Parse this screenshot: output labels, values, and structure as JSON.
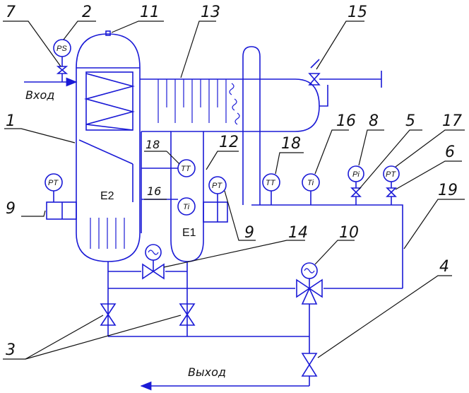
{
  "labels": {
    "inlet": "Вход",
    "outlet": "Выход",
    "vessel_left": "E2",
    "vessel_right": "E1"
  },
  "instruments": {
    "ps": "PS",
    "pt_left": "PT",
    "pt_right": "PT",
    "pt_17": "PT",
    "tt_18a": "TT",
    "tt_18b": "TT",
    "ti_16a": "Ti",
    "ti_16b": "Ti",
    "pi_8": "Pi"
  },
  "callouts": {
    "n1": "1",
    "n2": "2",
    "n3": "3",
    "n4": "4",
    "n5": "5",
    "n6": "6",
    "n7": "7",
    "n8": "8",
    "n9a": "9",
    "n9b": "9",
    "n10": "10",
    "n11": "11",
    "n12": "12",
    "n13": "13",
    "n14": "14",
    "n15": "15",
    "n16a": "16",
    "n16b": "16",
    "n17": "17",
    "n18a": "18",
    "n18b": "18",
    "n19": "19"
  },
  "colors": {
    "piping": "#1a1ad6",
    "leader": "#111111"
  }
}
